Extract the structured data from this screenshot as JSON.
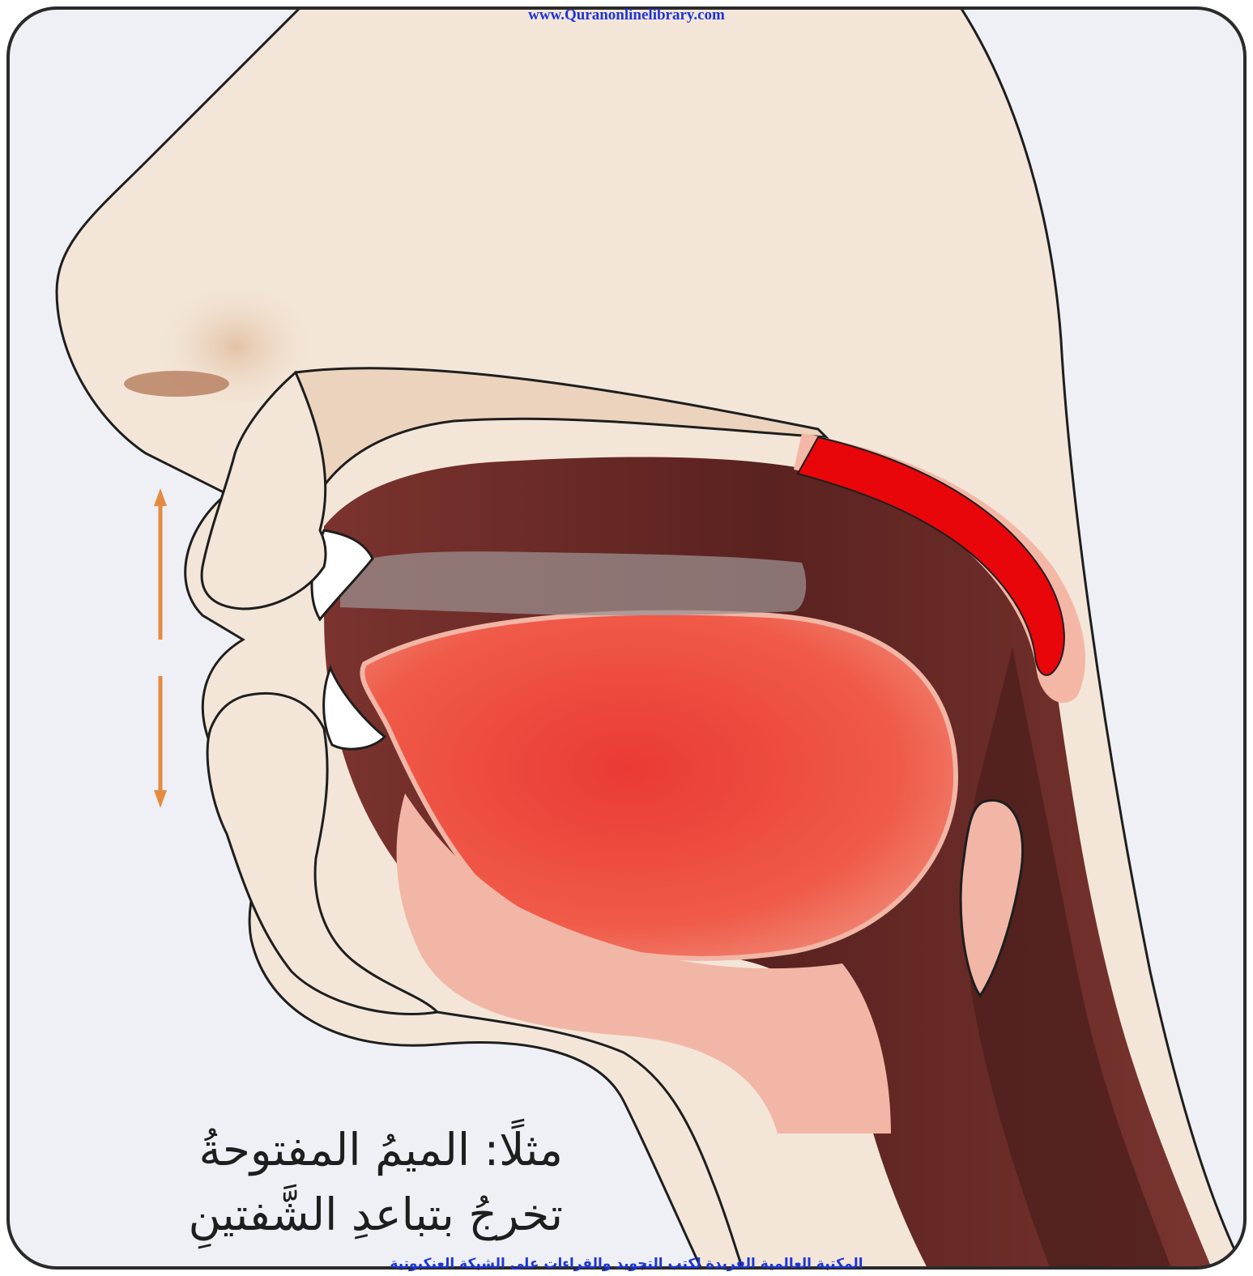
{
  "watermark_top": "www.Quranonlinelibrary.com",
  "watermark_bottom": "المكتبة العالمية الفريدة لكتب التجويد والقراءات على الشبكة العنكبوتية",
  "caption_line1": "مثلًا: الميمُ المفتوحةُ",
  "caption_line2": "تخرجُ بتباعدِ الشَّفتينِ",
  "colors": {
    "background": "#eef0f5",
    "frame": "#2a2a2a",
    "skin": "#f3e6d8",
    "skin_shade": "#e7c8b0",
    "mouth_cavity": "#7e3630",
    "throat_dark": "#4e1f1d",
    "tongue": "#ee4a3f",
    "soft_palate": "#e8060b",
    "tissue_pink": "#f2b6a6",
    "teeth": "#ffffff",
    "arrow": "#e58a3f",
    "watermark": "#1d35d8"
  }
}
